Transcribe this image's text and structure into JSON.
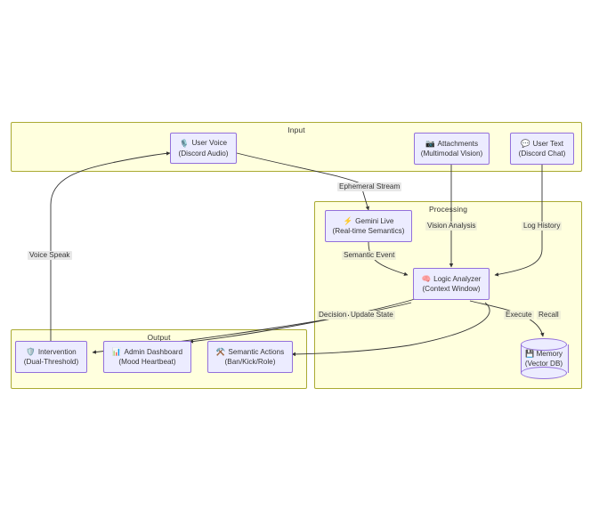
{
  "diagram": {
    "type": "flowchart",
    "direction": "top-down",
    "theme": {
      "node_fill": "#ececff",
      "node_stroke": "#9370db",
      "subgraph_fill": "#ffffde",
      "subgraph_stroke": "#aaaa33",
      "edge_stroke": "#333333",
      "label_bg": "#e8e8e8",
      "text_color": "#333333"
    }
  },
  "subgraphs": [
    {
      "id": "input",
      "title": "Input"
    },
    {
      "id": "processing",
      "title": "Processing"
    },
    {
      "id": "output",
      "title": "Output"
    }
  ],
  "nodes": [
    {
      "id": "user-voice",
      "icon": "microphone-icon",
      "emoji": "🎙️",
      "title": "User Voice",
      "subtitle": "(Discord Audio)",
      "group": "input",
      "shape": "rect"
    },
    {
      "id": "attachments",
      "icon": "camera-icon",
      "emoji": "📷",
      "title": "Attachments",
      "subtitle": "(Multimodal Vision)",
      "group": "input",
      "shape": "rect"
    },
    {
      "id": "user-text",
      "icon": "speech-balloon-icon",
      "emoji": "💬",
      "title": "User Text",
      "subtitle": "(Discord Chat)",
      "group": "input",
      "shape": "rect"
    },
    {
      "id": "gemini-live",
      "icon": "lightning-icon",
      "emoji": "⚡",
      "title": "Gemini Live",
      "subtitle": "(Real-time Semantics)",
      "group": "processing",
      "shape": "rect"
    },
    {
      "id": "logic-analyzer",
      "icon": "brain-icon",
      "emoji": "🧠",
      "title": "Logic Analyzer",
      "subtitle": "(Context Window)",
      "group": "processing",
      "shape": "rect"
    },
    {
      "id": "memory",
      "icon": "floppy-disk-icon",
      "emoji": "💾",
      "title": "Memory",
      "subtitle": "(Vector DB)",
      "group": "processing",
      "shape": "cylinder"
    },
    {
      "id": "intervention",
      "icon": "shield-icon",
      "emoji": "🛡️",
      "title": "Intervention",
      "subtitle": "(Dual-Threshold)",
      "group": "output",
      "shape": "rect"
    },
    {
      "id": "admin-dashboard",
      "icon": "bar-chart-icon",
      "emoji": "📊",
      "title": "Admin Dashboard",
      "subtitle": "(Mood Heartbeat)",
      "group": "output",
      "shape": "rect"
    },
    {
      "id": "semantic-actions",
      "icon": "hammer-and-pick-icon",
      "emoji": "⚒️",
      "title": "Semantic Actions",
      "subtitle": "(Ban/Kick/Role)",
      "group": "output",
      "shape": "rect"
    }
  ],
  "edges": [
    {
      "id": "e-voice-gemini",
      "from": "user-voice",
      "to": "gemini-live",
      "label": "Ephemeral Stream"
    },
    {
      "id": "e-attach-logic",
      "from": "attachments",
      "to": "logic-analyzer",
      "label": "Vision Analysis"
    },
    {
      "id": "e-text-logic",
      "from": "user-text",
      "to": "logic-analyzer",
      "label": "Log History"
    },
    {
      "id": "e-gemini-logic",
      "from": "gemini-live",
      "to": "logic-analyzer",
      "label": "Semantic Event"
    },
    {
      "id": "e-logic-dashboard",
      "from": "logic-analyzer",
      "to": "admin-dashboard",
      "label": "Update State"
    },
    {
      "id": "e-logic-intervention",
      "from": "logic-analyzer",
      "to": "intervention",
      "label": "Decision"
    },
    {
      "id": "e-logic-actions",
      "from": "logic-analyzer",
      "to": "semantic-actions",
      "label": "Execute"
    },
    {
      "id": "e-logic-memory",
      "from": "logic-analyzer",
      "to": "memory",
      "label": "Recall"
    },
    {
      "id": "e-intervention-voice",
      "from": "intervention",
      "to": "user-voice",
      "label": "Voice Speak"
    }
  ]
}
